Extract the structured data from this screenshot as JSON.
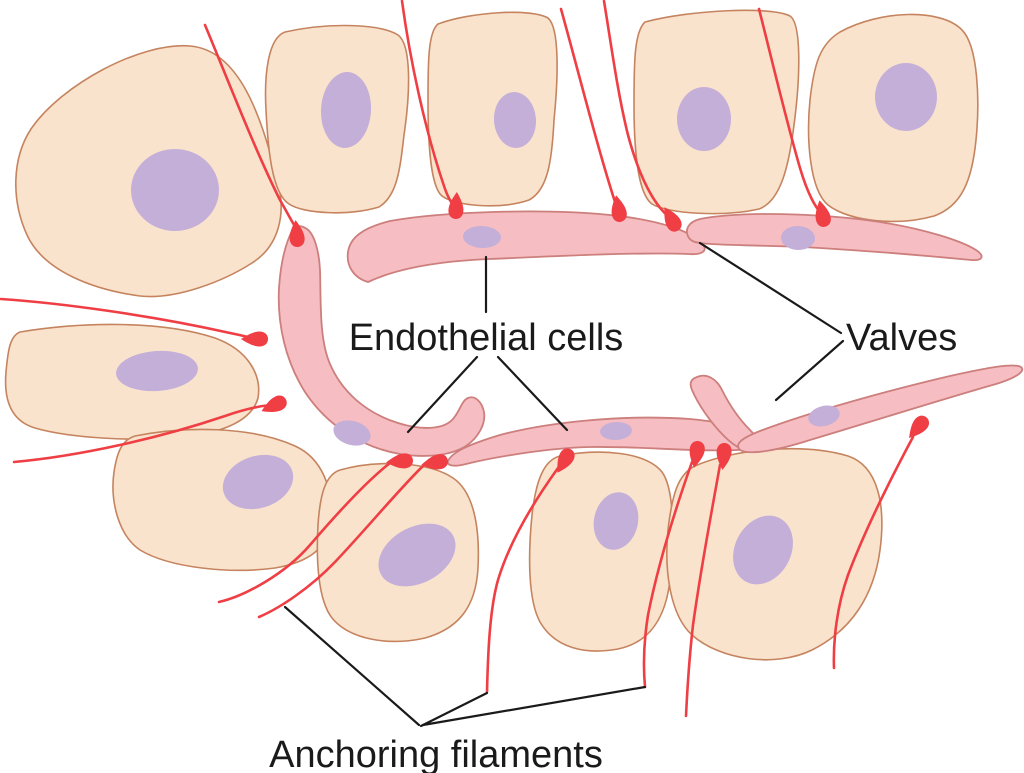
{
  "figure": {
    "labels": {
      "endothelial_cells": "Endothelial cells",
      "valves": "Valves",
      "anchoring_filaments": "Anchoring filaments"
    },
    "colors": {
      "background": "#ffffff",
      "tissue_cell_fill": "#fae3cc",
      "tissue_cell_stroke": "#c5845f",
      "nucleus_fill": "#c4afd9",
      "endothelial_fill": "#f6bdc2",
      "endothelial_stroke": "#cc7f7c",
      "filament_red": "#ef3e44",
      "pointer_black": "#1a1a1a",
      "label_text": "#1a1a1a"
    }
  }
}
